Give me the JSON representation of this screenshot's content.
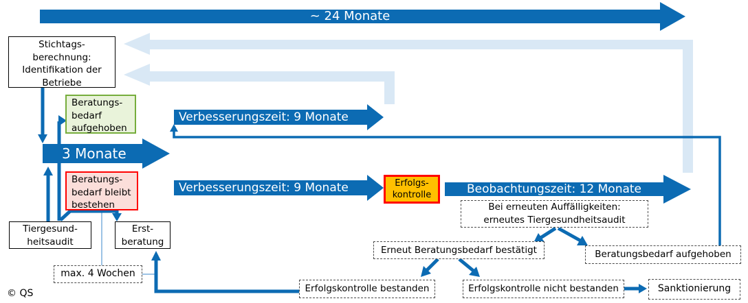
{
  "arrows": {
    "overall": "~ 24 Monate",
    "three_months": "3 Monate",
    "improvement_top": "Verbesserungszeit: 9 Monate",
    "improvement_mid": "Verbesserungszeit: 9 Monate",
    "observation": "Beobachtungszeit: 12 Monate"
  },
  "boxes": {
    "stichtag": {
      "lines": [
        "Stichtags-",
        "berechnung:",
        "Identifikation der",
        "Betriebe"
      ]
    },
    "need_lifted": {
      "lines": [
        "Beratungs-",
        "bedarf",
        "aufgehoben"
      ]
    },
    "need_remains": {
      "lines": [
        "Beratungs-",
        "bedarf bleibt",
        "bestehen"
      ]
    },
    "audit": {
      "lines": [
        "Tiergesund-",
        "heitsaudit"
      ]
    },
    "first_consultation": {
      "lines": [
        "Erst-",
        "beratung"
      ]
    },
    "max_weeks": "max. 4 Wochen",
    "success_check": {
      "lines": [
        "Erfolgs-",
        "kontrolle"
      ]
    },
    "renewed_issues": {
      "lines": [
        "Bei erneuten Auffälligkeiten:",
        "erneutes Tiergesundheitsaudit"
      ]
    },
    "renewed_need_confirmed": "Erneut Beratungsbedarf bestätigt",
    "need_lifted_again": "Beratungsbedarf aufgehoben",
    "check_passed": "Erfolgskontrolle bestanden",
    "check_failed": "Erfolgskontrolle nicht bestanden",
    "sanction": "Sanktionierung"
  },
  "footer": {
    "copyright": "© QS"
  },
  "colors": {
    "dark_blue": "#0c6bb3",
    "light_blue_band": "#d9e8f5",
    "pale_connector": "#9cc3e5",
    "green_border": "#76ad3c",
    "green_fill": "#e9f3da",
    "red_border": "#ff0000",
    "red_fill": "#fbdeda",
    "yellow_fill": "#ffc000"
  }
}
